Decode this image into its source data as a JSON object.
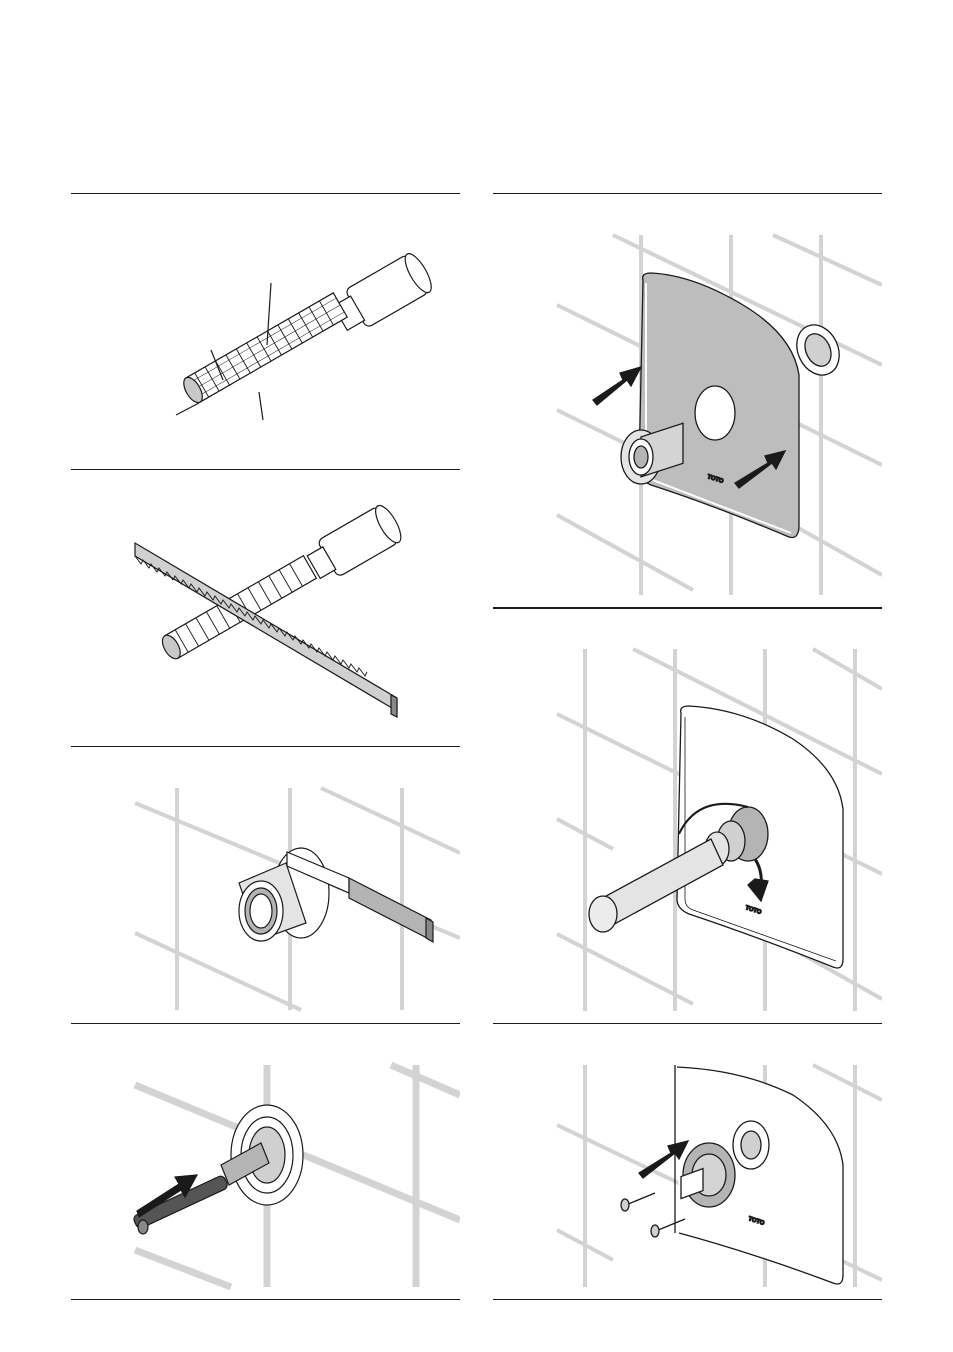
{
  "page": {
    "description_text": "",
    "brand_mark": "TOTO"
  },
  "colors": {
    "ink": "#1a1a1a",
    "tile_grid": "#d3d3d3",
    "metal_gray": "#b4b4b4",
    "light_gray": "#e4e4e4",
    "plate_gray": "#bdbdbd"
  },
  "steps": [
    {
      "id": "step-spindle-parts",
      "icon": "spindle-with-leader-lines"
    },
    {
      "id": "step-saw-cut",
      "icon": "saw-cutting-spindle"
    },
    {
      "id": "step-sleeve-measure",
      "icon": "sleeve-with-ruler"
    },
    {
      "id": "step-insert-spindle",
      "icon": "spindle-into-flange"
    },
    {
      "id": "step-plate-mount",
      "icon": "cover-plate-onto-wall"
    },
    {
      "id": "step-turn-handle",
      "icon": "handle-rotate-arrow"
    },
    {
      "id": "step-screw-escutcheon",
      "icon": "escutcheon-with-screws"
    }
  ]
}
